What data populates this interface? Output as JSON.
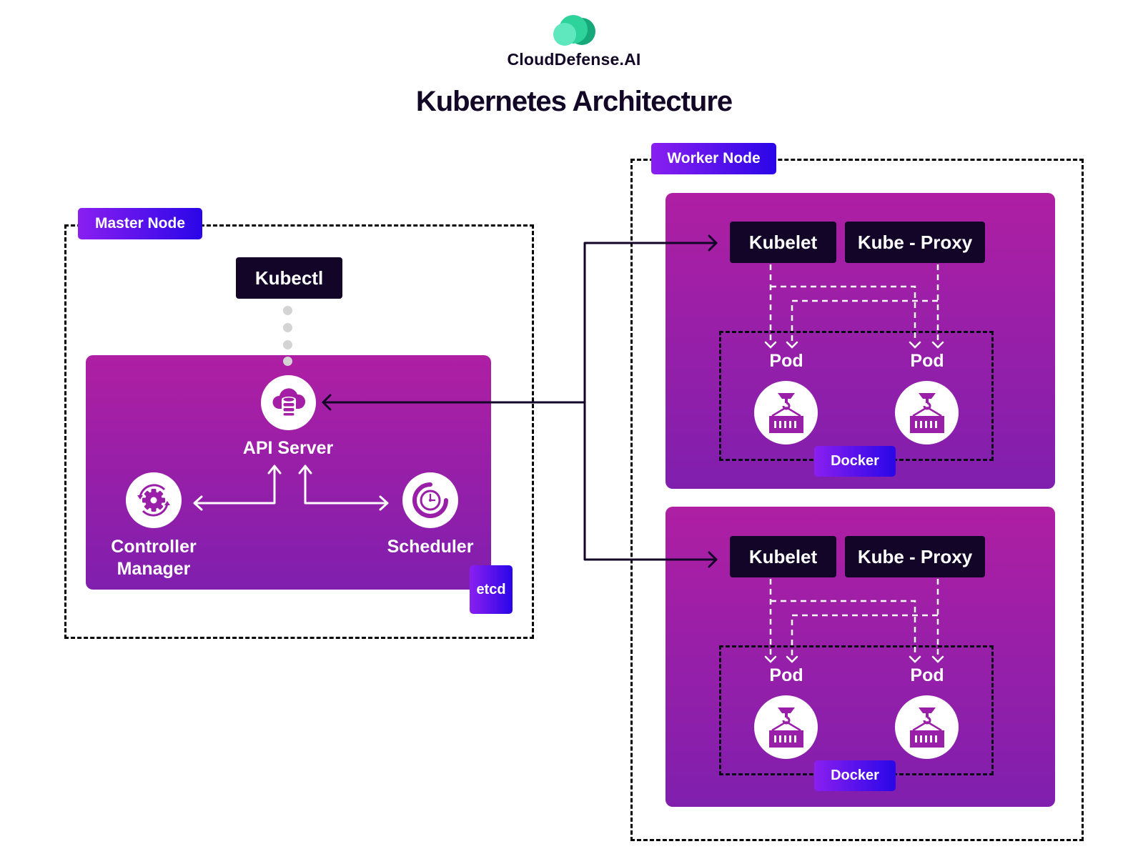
{
  "brand": {
    "name": "CloudDefense.AI",
    "logo_colors": [
      "#5fe8be",
      "#2ed39c",
      "#16a879"
    ]
  },
  "title": "Kubernetes Architecture",
  "colors": {
    "panel_top": "#ae1fa3",
    "panel_bottom": "#801fae",
    "tag_start": "#8a1ff0",
    "tag_end": "#2a06e8",
    "dark_box": "#120528",
    "connector_dot": "#d4d4d4"
  },
  "master": {
    "tag": "Master Node",
    "kubectl": "Kubectl",
    "api_server": {
      "label": "API Server",
      "icon": "cloud-database-icon"
    },
    "controller_manager": {
      "label_line1": "Controller",
      "label_line2": "Manager",
      "icon": "gear-cycle-icon"
    },
    "scheduler": {
      "label": "Scheduler",
      "icon": "clock-icon"
    },
    "etcd": "etcd"
  },
  "worker": {
    "tag": "Worker Node",
    "nodes": [
      {
        "kubelet": "Kubelet",
        "kube_proxy": "Kube - Proxy",
        "pods": [
          {
            "label": "Pod",
            "icon": "container-crane-icon"
          },
          {
            "label": "Pod",
            "icon": "container-crane-icon"
          }
        ],
        "runtime": "Docker"
      },
      {
        "kubelet": "Kubelet",
        "kube_proxy": "Kube - Proxy",
        "pods": [
          {
            "label": "Pod",
            "icon": "container-crane-icon"
          },
          {
            "label": "Pod",
            "icon": "container-crane-icon"
          }
        ],
        "runtime": "Docker"
      }
    ]
  }
}
